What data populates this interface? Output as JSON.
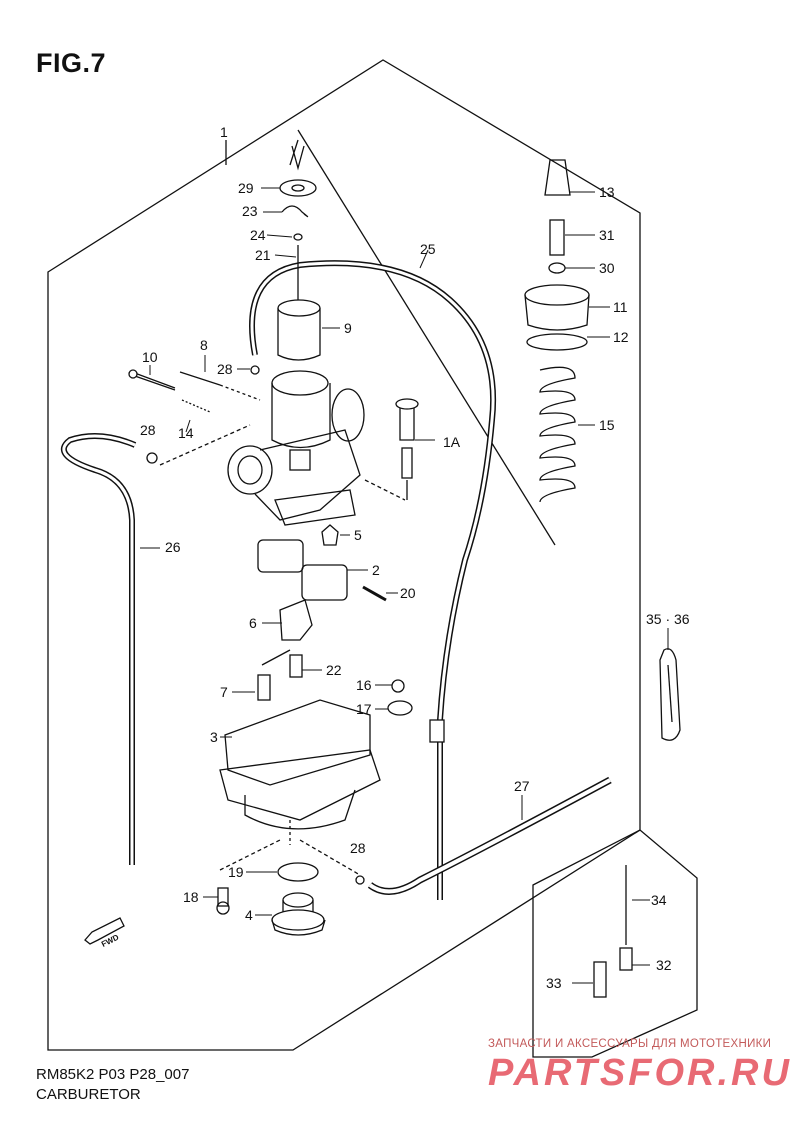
{
  "figure": {
    "title": "FIG.7",
    "model_code": "RM85K2 P03 P28_007",
    "name": "CARBURETOR"
  },
  "callouts": [
    "1",
    "1A",
    "2",
    "3",
    "4",
    "5",
    "6",
    "7",
    "8",
    "9",
    "10",
    "11",
    "12",
    "13",
    "14",
    "15",
    "16",
    "17",
    "18",
    "19",
    "20",
    "21",
    "22",
    "23",
    "24",
    "25",
    "26",
    "27",
    "28",
    "28",
    "28",
    "29",
    "30",
    "31",
    "32",
    "33",
    "34",
    "35 · 36"
  ],
  "fwd_label": "FWD",
  "watermark": {
    "tagline": "ЗАПЧАСТИ И АКСЕССУАРЫ ДЛЯ МОТОТЕХНИКИ",
    "brand": "PARTSFOR.RU",
    "color": "#e86a74"
  }
}
